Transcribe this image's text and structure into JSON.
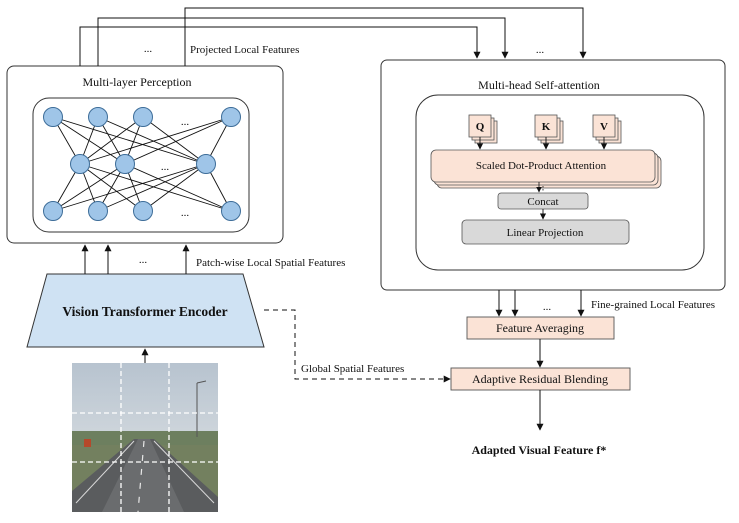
{
  "mlp": {
    "title": "Multi-layer Perception",
    "ellipsis": "..."
  },
  "mhsa": {
    "title": "Multi-head Self-attention",
    "q": "Q",
    "k": "K",
    "v": "V",
    "sdpa": "Scaled Dot-Product Attention",
    "concat": "Concat",
    "linear": "Linear Projection"
  },
  "encoder": {
    "title": "Vision Transformer Encoder"
  },
  "labels": {
    "projected": "Projected Local Features",
    "patchwise": "Patch-wise Local Spatial Features",
    "finegrained": "Fine-grained Local Features",
    "global": "Global Spatial Features",
    "ellipsis": "..."
  },
  "blocks": {
    "averaging": "Feature Averaging",
    "blending": "Adaptive Residual Blending"
  },
  "output": {
    "label": "Adapted Visual Feature f*"
  },
  "colors": {
    "node": "#9fc5e8",
    "encoder": "#cfe2f3",
    "peach": "#fbe3d6",
    "grey": "#d9d9d9"
  }
}
